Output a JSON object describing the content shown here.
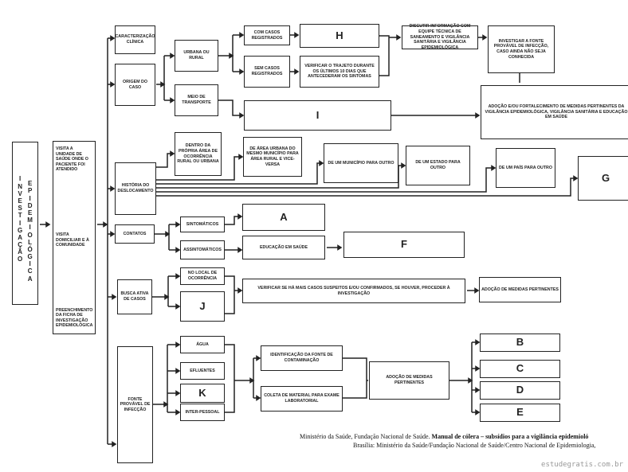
{
  "investigation": {
    "col1": "INVESTIGAÇÃO",
    "col2": "EPIDEMIOLÓGICA"
  },
  "steps": [
    "VISITA A UNIDADE DE SAÚDE ONDE O PACIENTE FOI ATENDIDO",
    "VISITA DOMICILIAR E À COMUNIDADE",
    "PREENCHIMENTO DA FICHA DE INVESTIGAÇÃO EPIDEMIOLÓGICA"
  ],
  "nodes": {
    "caracterizacao": "CARACTERIZAÇÃO CLÍNICA",
    "origem": "ORIGEM DO CASO",
    "historia": "HISTÓRIA DO DESLOCAMENTO",
    "contatos": "CONTATOS",
    "busca": "BUSCA ATIVA DE CASOS",
    "fonte": "FONTE PROVÁVEL DE INFECÇÃO",
    "urbana_rural": "URBANA OU RURAL",
    "meio_transporte": "MEIO DE TRANSPORTE",
    "dentro_area": "DENTRO DA PRÓPRIA ÁREA DE OCORRÊNCIA RURAL OU URBANA",
    "area_urbana": "DE ÁREA URBANA DO MESMO MUNICÍPIO PARA ÁREA RURAL E VICE-VERSA",
    "municipio": "DE UM MUNICÍPIO PARA OUTRO",
    "estado": "DE UM ESTADO PARA OUTRO",
    "pais": "DE UM PAÍS PARA OUTRO",
    "com_casos": "COM CASOS REGISTRADOS",
    "sem_casos": "SEM CASOS REGISTRADOS",
    "verificar_trajeto": "VERIFICAR O TRAJETO DURANTE OS ÚLTIMOS 10 DIAS QUE ANTECEDERAM OS SINTOMAS",
    "discutir": "DISCUTIR INFORMAÇÃO COM EQUIPE TÉCNICA DE SANEAMENTO E VIGILÂNCIA SANITÁRIA E VIGILÂNCIA EPIDEMIOLÓGICA",
    "investigar": "INVESTIGAR A FONTE PROVÁVEL DE INFECÇÃO, CASO AINDA NÃO SEJA CONHECIDA",
    "adocao_fortalecimento": "ADOÇÃO E/OU FORTALECIMENTO DE MEDIDAS PERTINENTES DA VIGILÂNCIA EPIDEMIOLÓGICA, VIGILÂNCIA SANITÁRIA E EDUCAÇÃO EM SAÚDE",
    "sintomaticos": "SINTOMÁTICOS",
    "assintomaticos": "ASSINTOMÁTICOS",
    "educacao": "EDUCAÇÃO EM SAÚDE",
    "no_local": "NO LOCAL DE OCORRÊNCIA",
    "verificar_mais": "VERIFICAR SE HÁ MAIS CASOS SUSPEITOS E/OU CONFIRMADOS, SE HOUVER, PROCEDER À INVESTIGAÇÃO",
    "adocao_medidas_1": "ADOÇÃO DE MEDIDAS PERTINENTES",
    "agua": "ÁGUA",
    "efluentes": "EFLUENTES",
    "interpessoal": "INTER-PESSOAL",
    "identificacao": "IDENTIFICAÇÃO DA FONTE DE CONTAMINAÇÃO",
    "coleta": "COLETA DE MATERIAL PARA EXAME LABORATORIAL",
    "adocao_medidas_2": "ADOÇÃO DE MEDIDAS PERTINENTES"
  },
  "blanks": {
    "A": "A",
    "B": "B",
    "C": "C",
    "D": "D",
    "E": "E",
    "F": "F",
    "G": "G",
    "H": "H",
    "I": "I",
    "J": "J",
    "K": "K"
  },
  "citation": {
    "line1_plain": "Ministério da Saúde, Fundação Nacional de Saúde. ",
    "line1_bold": "Manual de cólera – subsídios para a vigilância epidemioló",
    "line2": "Brasília: Ministério da Saúde/Fundação Nacional de Saúde/Centro Nacional de Epidemiologia,"
  },
  "watermark": "estudegratis.com.br"
}
